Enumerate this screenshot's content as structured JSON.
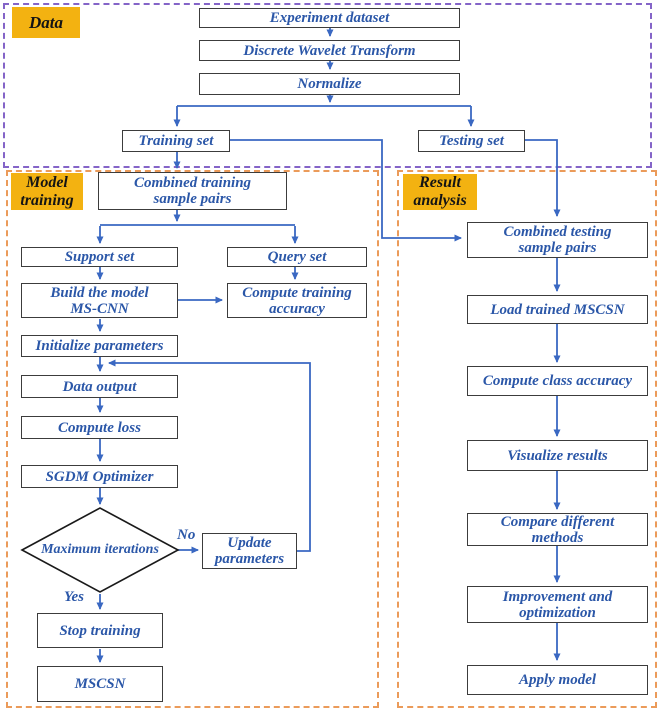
{
  "figure": {
    "type": "flowchart",
    "sections": {
      "data": "Data",
      "model_training": "Model\ntraining",
      "result_analysis": "Result\nanalysis"
    },
    "nodes": {
      "experiment_dataset": "Experiment dataset",
      "discrete_wavelet_transform": "Discrete Wavelet Transform",
      "normalize": "Normalize",
      "training_set": "Training set",
      "testing_set": "Testing set",
      "combined_training": "Combined training\nsample pairs",
      "support_set": "Support set",
      "query_set": "Query set",
      "build_model": "Build the model\nMS-CNN",
      "compute_training_accuracy": "Compute training\naccuracy",
      "initialize_parameters": "Initialize parameters",
      "data_output": "Data output",
      "compute_loss": "Compute loss",
      "sgdm_optimizer": "SGDM Optimizer",
      "maximum_iterations": "Maximum iterations",
      "update_parameters": "Update\nparameters",
      "stop_training": "Stop training",
      "mscsn": "MSCSN",
      "combined_testing": "Combined testing\nsample pairs",
      "load_trained_mscsn": "Load trained MSCSN",
      "compute_class_accuracy": "Compute class accuracy",
      "visualize_results": "Visualize results",
      "compare_methods": "Compare different\nmethods",
      "improvement_optimization": "Improvement and\noptimization",
      "apply_model": "Apply model"
    },
    "edge_labels": {
      "no": "No",
      "yes": "Yes"
    },
    "colors": {
      "node_text": "#2b57a8",
      "arrow": "#3a68c2",
      "data_section_border": "#8464c8",
      "training_section_border": "#eb9b5a",
      "result_section_border": "#eb9b5a",
      "section_label_bg": "#f3b211",
      "box_border": "#3c3c3c",
      "diamond_border": "#1a1a1a"
    }
  }
}
